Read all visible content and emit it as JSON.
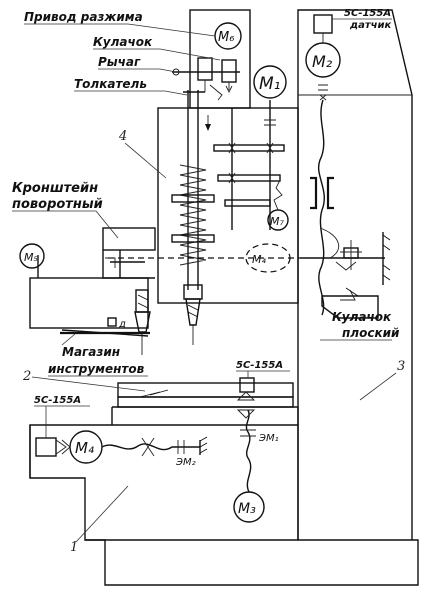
{
  "labels": {
    "privod_razzhima": "Привод разжима",
    "kulachok": "Кулачок",
    "rychag": "Рычаг",
    "tolkatel": "Толкатель",
    "kronshtein": "Кронштейн",
    "povorotny": "поворотный",
    "magazin": "Магазин",
    "instrumentov": "инструментов",
    "kulachok_ploskiy": "Кулачок",
    "ploskiy": "плоский",
    "sensor_top": "5С-155А",
    "datchik": "датчик",
    "sensor_mid": "5С-155А",
    "sensor_left": "5С-155А",
    "d": "д"
  },
  "motors": {
    "m1": "M₁",
    "m2": "M₂",
    "m3": "M₃",
    "m4": "M₄",
    "m5": "M₅",
    "m6": "M₆",
    "m7": "M₇",
    "m4_dashed": "M₄"
  },
  "clutches": {
    "em1": "ЭМ₁",
    "em2": "ЭМ₂"
  },
  "part_numbers": {
    "n1": "1",
    "n2": "2",
    "n3": "3",
    "n4": "4"
  }
}
